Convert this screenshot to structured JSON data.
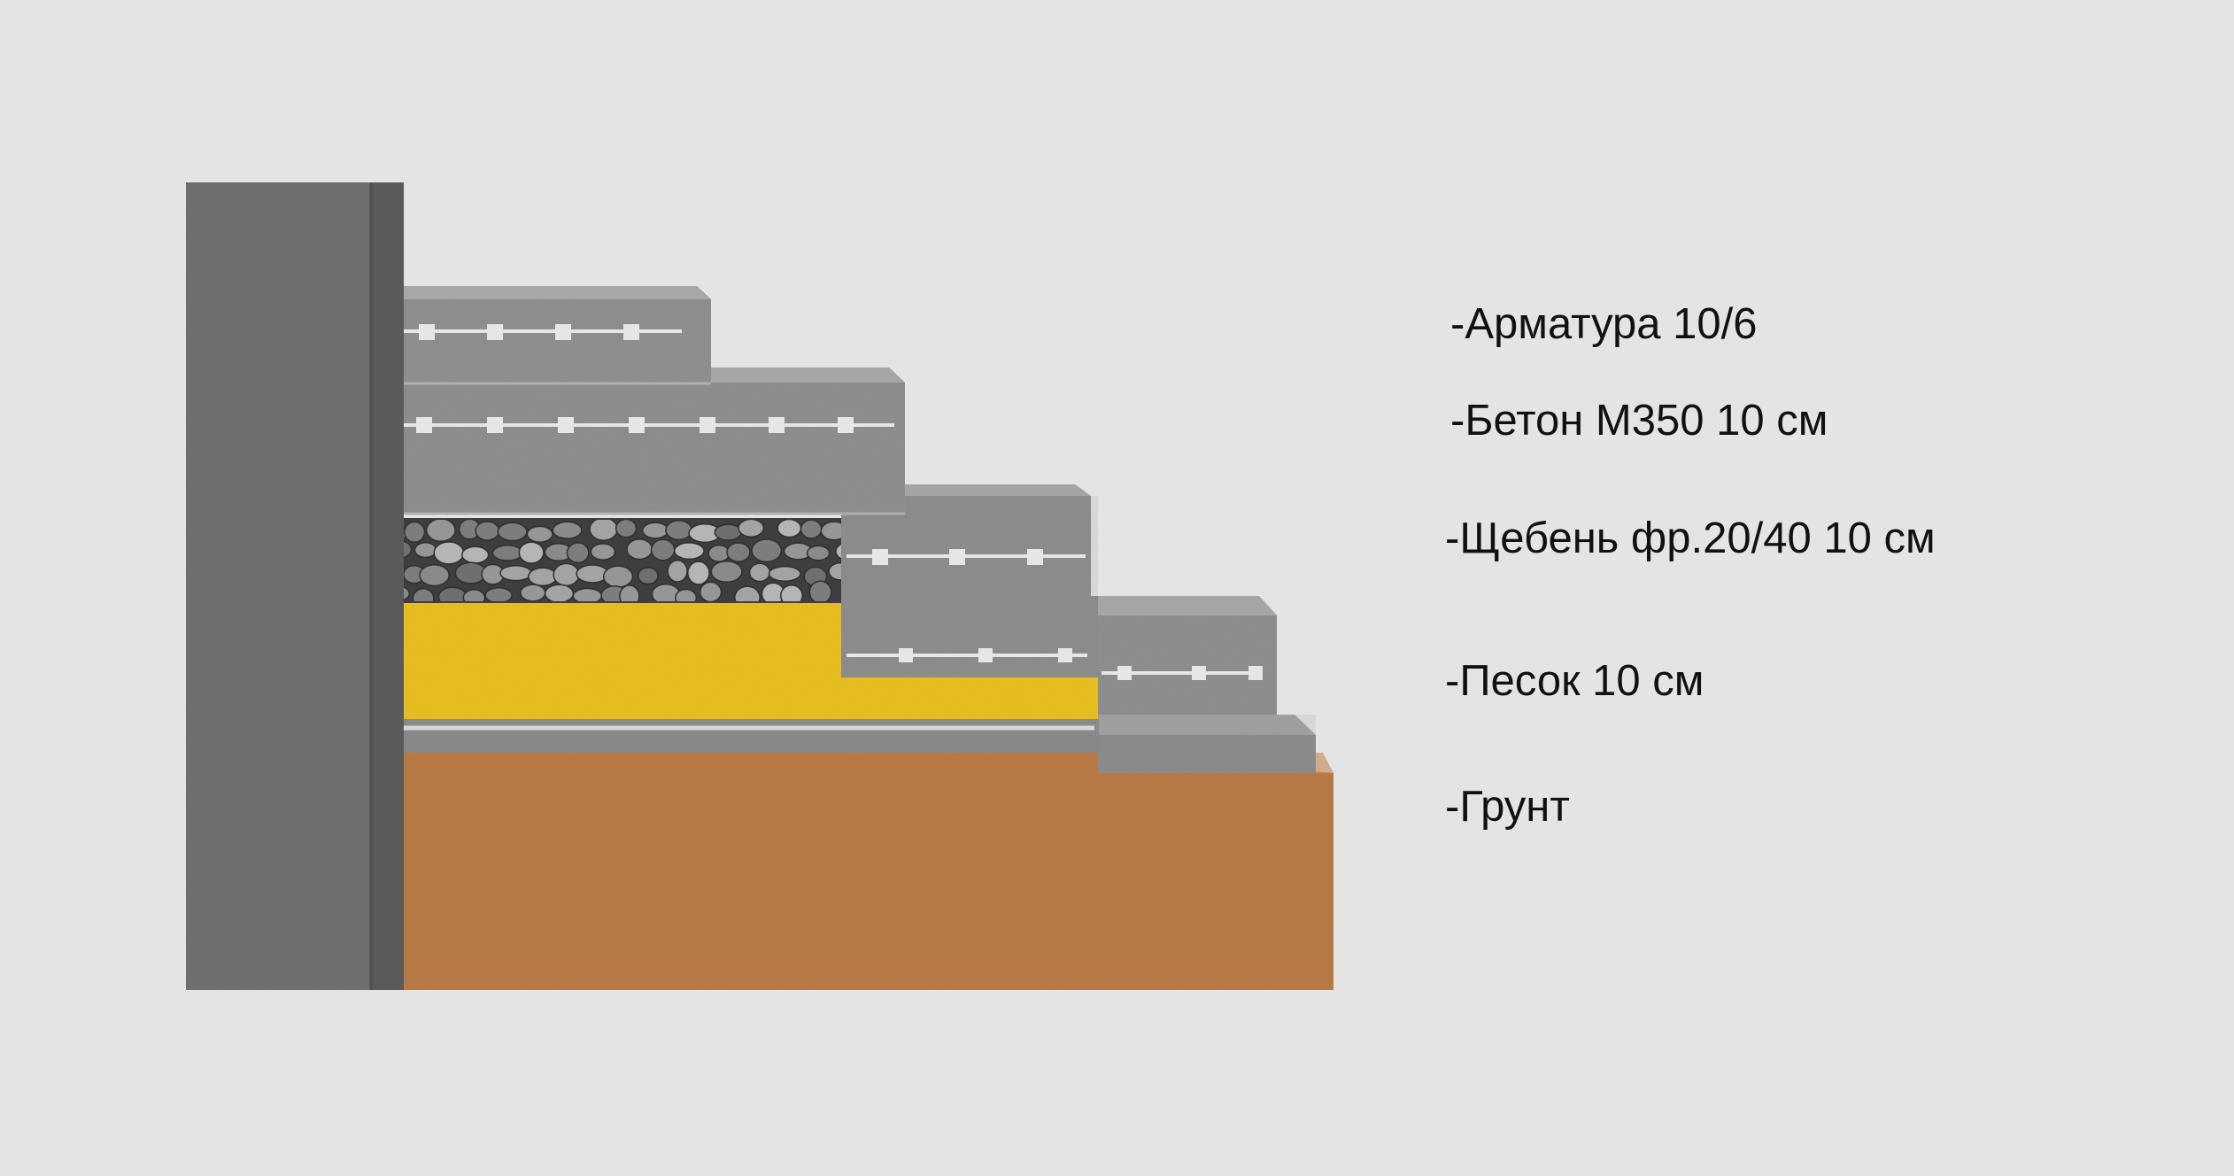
{
  "layers": [
    {
      "id": "rebar",
      "label": "-Арматура 10/6"
    },
    {
      "id": "concrete",
      "label": "-Бетон М350 10 см"
    },
    {
      "id": "gravel",
      "label": "-Щебень фр.20/40 10 см"
    },
    {
      "id": "sand",
      "label": "-Песок 10 см"
    },
    {
      "id": "soil",
      "label": "-Грунт"
    }
  ],
  "colors": {
    "background": "#e4e4e4",
    "concrete": "#8f8f8f",
    "wall": "#6e6e6e",
    "sand": "#e8be25",
    "soil": "#b8733d",
    "gravel": "#4a4a4a",
    "rebar": "#e6e6e6"
  }
}
